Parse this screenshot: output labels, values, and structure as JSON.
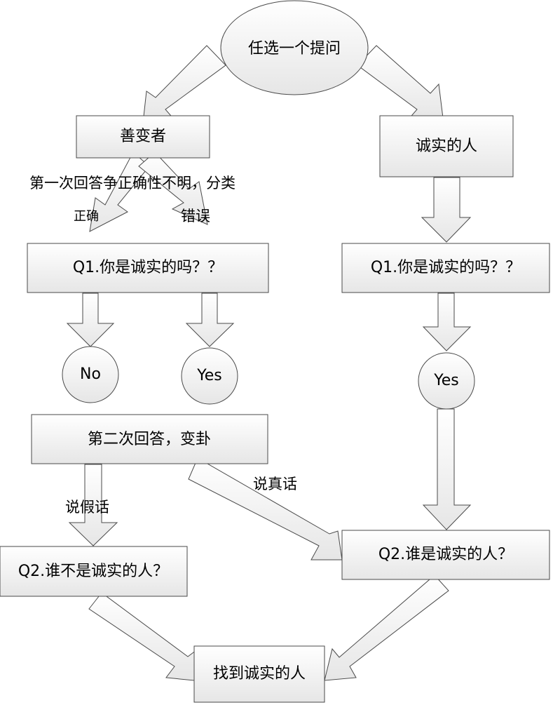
{
  "nodes": {
    "start": "任选一个提问",
    "liar": "善变者",
    "honest": "诚实的人",
    "q1_left": "Q1.你是诚实的吗？？",
    "q1_right": "Q1.你是诚实的吗？？",
    "no_left": "No",
    "yes_left": "Yes",
    "yes_right": "Yes",
    "second_answer": "第二次回答，变卦",
    "q2_left": "Q2.谁不是诚实的人？",
    "q2_right": "Q2.谁是诚实的人？",
    "end": "找到诚实的人"
  },
  "labels": {
    "first_answer_note": "第一次回答争正确性不明，分类",
    "correct": "正确",
    "wrong": "错误",
    "lie": "说假话",
    "truth": "说真话"
  },
  "colors": {
    "fill_top": "#ffffff",
    "fill_bottom": "#e6e6e6",
    "stroke": "#4a4a4a"
  }
}
